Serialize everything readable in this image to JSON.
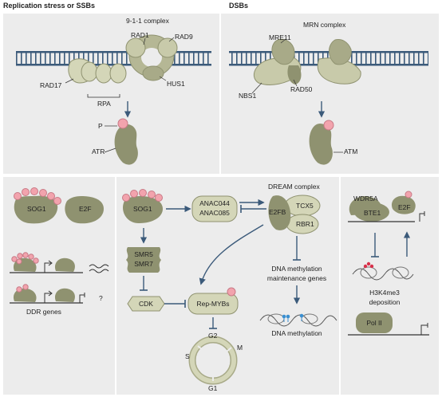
{
  "headers": {
    "left": "Replication stress or SSBs",
    "right": "DSBs"
  },
  "top_left": {
    "complex": "9-1-1 complex",
    "rad1": "RAD1",
    "rad9": "RAD9",
    "hus1": "HUS1",
    "rad17": "RAD17",
    "rpa": "RPA",
    "p": "P",
    "atr": "ATR"
  },
  "top_right": {
    "complex": "MRN complex",
    "mre11": "MRE11",
    "rad50": "RAD50",
    "nbs1": "NBS1",
    "atm": "ATM"
  },
  "bottom_left": {
    "sog1": "SOG1",
    "e2f": "E2F",
    "q": "?",
    "ddr": "DDR genes"
  },
  "bottom_middle": {
    "sog1": "SOG1",
    "anac044": "ANAC044",
    "anac085": "ANAC085",
    "dream": "DREAM complex",
    "tcx5": "TCX5",
    "e2fb": "E2FB",
    "rbr1": "RBR1",
    "smr5": "SMR5",
    "smr7": "SMR7",
    "cdk": "CDK",
    "repmybs": "Rep-MYBs",
    "dnamm1": "DNA methylation",
    "dnamm2": "maintenance genes",
    "dnameth": "DNA methylation",
    "g2": "G2",
    "m": "M",
    "g1": "G1",
    "s": "S"
  },
  "bottom_right": {
    "wdr5a": "WDR5A",
    "bte1": "BTE1",
    "e2f": "E2F",
    "h3k4a": "H3K4me3",
    "h3k4b": "deposition",
    "pol2": "Pol II"
  },
  "colors": {
    "protein": "#8f9270",
    "protein_light": "#d4d6b8",
    "phospho": "#f2a3ad",
    "panel": "#ececec",
    "dna": "#3b5a7a",
    "arrow": "#3b5a7a"
  }
}
